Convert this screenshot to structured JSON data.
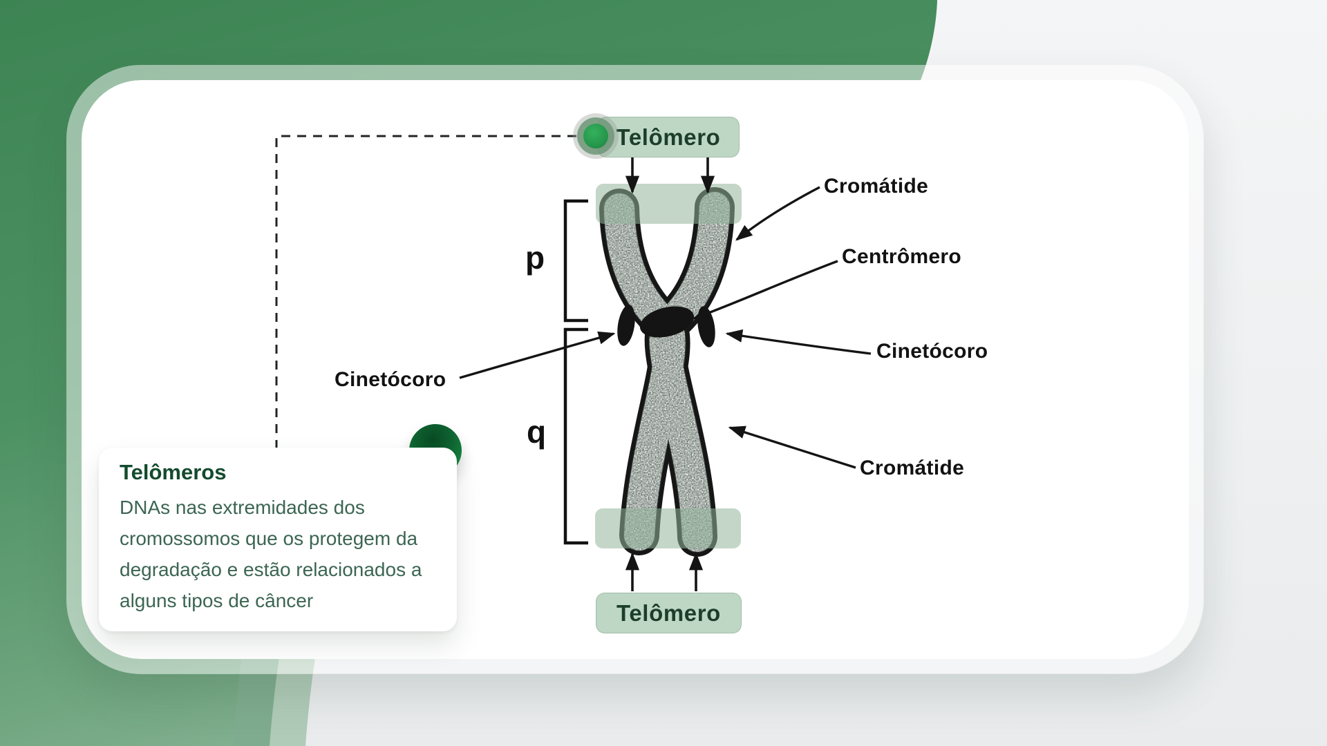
{
  "slide": {
    "topic": "chromosome structure",
    "language": "pt-BR"
  },
  "diagram": {
    "pill_top": "Telômero",
    "pill_bottom": "Telômero",
    "labels": {
      "cromatide_top": "Cromátide",
      "centromero": "Centrômero",
      "cinetocoro_right": "Cinetócoro",
      "cromatide_bottom": "Cromátide",
      "cinetocoro_left": "Cinetócoro",
      "p_arm": "p",
      "q_arm": "q"
    }
  },
  "callout": {
    "title": "Telômeros",
    "body_lines": [
      "DNAs nas extremidades dos",
      "cromossomos  que os protegem da",
      "degradação e estão relacionados a",
      "alguns tipos de câncer"
    ]
  },
  "colors": {
    "background_green": "#418b58",
    "background_gray": "#f0f1f3",
    "pill_background": "#bed7c5",
    "highlight_green": "#94b49b",
    "accent_dot_green": "#27994d",
    "callout_title_green": "#134b2d",
    "callout_body_green": "#3c6553",
    "diagram_ink": "#141414"
  }
}
